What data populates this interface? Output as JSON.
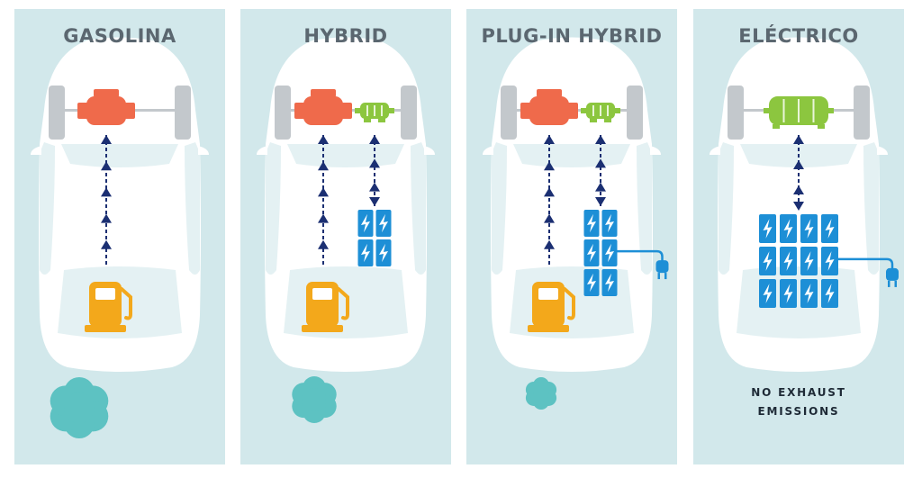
{
  "panels": [
    {
      "title": "GASOLINA",
      "engine": true,
      "motor": false,
      "fuel": true,
      "battery": null,
      "plug": false,
      "exhaust": "large"
    },
    {
      "title": "HYBRID",
      "engine": true,
      "motor": true,
      "fuel": true,
      "battery": {
        "cols": 2,
        "rows": 2
      },
      "plug": false,
      "exhaust": "medium"
    },
    {
      "title": "PLUG-IN  HYBRID",
      "engine": true,
      "motor": true,
      "fuel": true,
      "battery": {
        "cols": 2,
        "rows": 3
      },
      "plug": true,
      "exhaust": "small"
    },
    {
      "title": "ELÉCTRICO",
      "engine": false,
      "motor": true,
      "fuel": false,
      "battery": {
        "cols": 4,
        "rows": 3
      },
      "plug": true,
      "exhaust": "none"
    }
  ],
  "note": {
    "line1": "NO EXHAUST",
    "line2": "EMISSIONS"
  },
  "colors": {
    "background": "#d2e8eb",
    "car": "#ffffff",
    "car_window": "#e4f1f3",
    "wheel": "#c3c8cc",
    "engine": "#ef6a4b",
    "motor": "#8cc63f",
    "fuel": "#f3a81b",
    "battery": "#1d8fd6",
    "arrow": "#1b2f72",
    "exhaust": "#5dc2c2",
    "title_text": "#5b6770"
  }
}
